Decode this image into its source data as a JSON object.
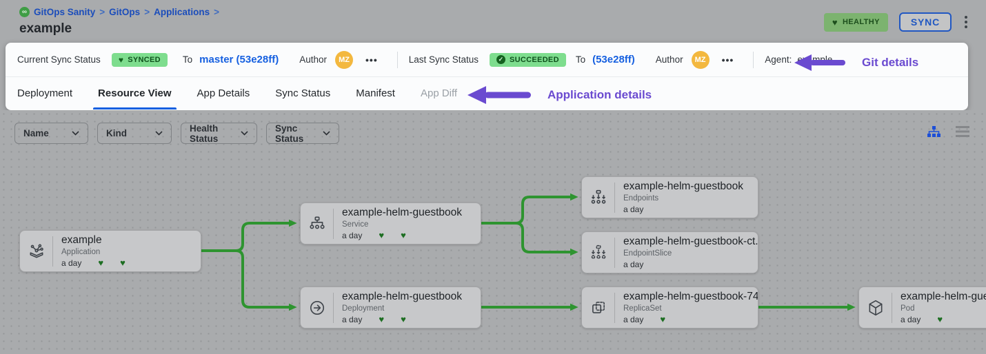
{
  "page": {
    "breadcrumb": [
      "GitOps Sanity",
      "GitOps",
      "Applications"
    ],
    "breadcrumb_separator": ">",
    "title": "example"
  },
  "header": {
    "health_badge": "HEALTHY",
    "sync_button": "SYNC"
  },
  "sync_bar": {
    "current": {
      "label": "Current Sync Status",
      "status": "SYNCED",
      "to_label": "To",
      "target": "master (53e28ff)",
      "author_label": "Author",
      "author_initials": "MZ",
      "more": "•••"
    },
    "last": {
      "label": "Last Sync Status",
      "status": "SUCCEEDED",
      "to_label": "To",
      "target": "(53e28ff)",
      "author_label": "Author",
      "author_initials": "MZ",
      "more": "•••"
    },
    "agent_label": "Agent:",
    "agent_value": "example",
    "annotation": "Git details"
  },
  "tabs": {
    "items": [
      "Deployment",
      "Resource View",
      "App Details",
      "Sync Status",
      "Manifest",
      "App Diff"
    ],
    "active": "Resource View",
    "annotation": "Application details"
  },
  "filters": {
    "items": [
      "Name",
      "Kind",
      "Health Status",
      "Sync Status"
    ]
  },
  "nodes": [
    {
      "name": "example",
      "kind": "Application",
      "age": "a day",
      "hearts": 2
    },
    {
      "name": "example-helm-guestbook",
      "kind": "Service",
      "age": "a day",
      "hearts": 2
    },
    {
      "name": "example-helm-guestbook",
      "kind": "Deployment",
      "age": "a day",
      "hearts": 2
    },
    {
      "name": "example-helm-guestbook",
      "kind": "Endpoints",
      "age": "a day",
      "hearts": 0
    },
    {
      "name": "example-helm-guestbook-ct...",
      "kind": "EndpointSlice",
      "age": "a day",
      "hearts": 0
    },
    {
      "name": "example-helm-guestbook-74...",
      "kind": "ReplicaSet",
      "age": "a day",
      "hearts": 1
    },
    {
      "name": "example-helm-guest",
      "kind": "Pod",
      "age": "a day",
      "hearts": 1
    }
  ],
  "colors": {
    "accent_blue": "#1660e0",
    "edge_green": "#2e9430",
    "badge_green_bg": "#7edd8e",
    "badge_green_text": "#0f511d",
    "annotation_purple": "#6a4ad0",
    "avatar_orange": "#f3b83f",
    "heart_green": "#1d6e22"
  }
}
